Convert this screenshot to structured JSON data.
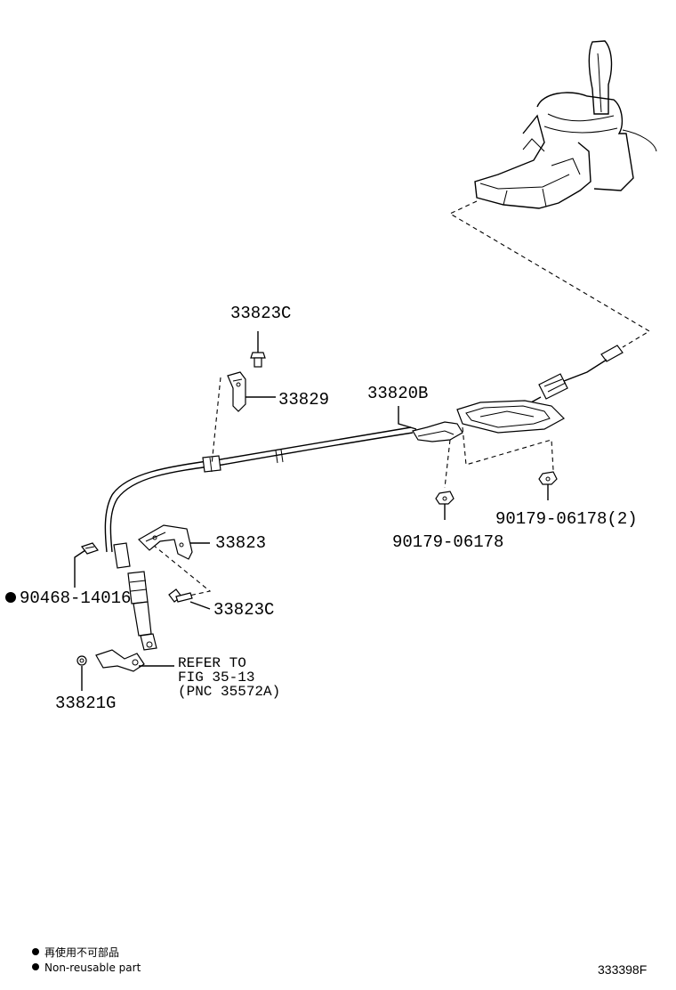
{
  "callouts": {
    "bolt_top": "33823C",
    "bracket_top": "33829",
    "cable": "33820B",
    "bracket_mid": "33823",
    "bolt_mid": "33823C",
    "clip": "90468-14016",
    "retainer": "33821G",
    "nut_left": "90179-06178",
    "nut_right": "90179-06178(2)"
  },
  "refer_note": {
    "line1": "REFER TO",
    "line2": "FIG 35-13",
    "line3": "(PNC 35572A)"
  },
  "legend": {
    "non_reusable_jp": "再使用不可部品",
    "non_reusable_en": "Non-reusable part"
  },
  "illustration_code": "333398F"
}
